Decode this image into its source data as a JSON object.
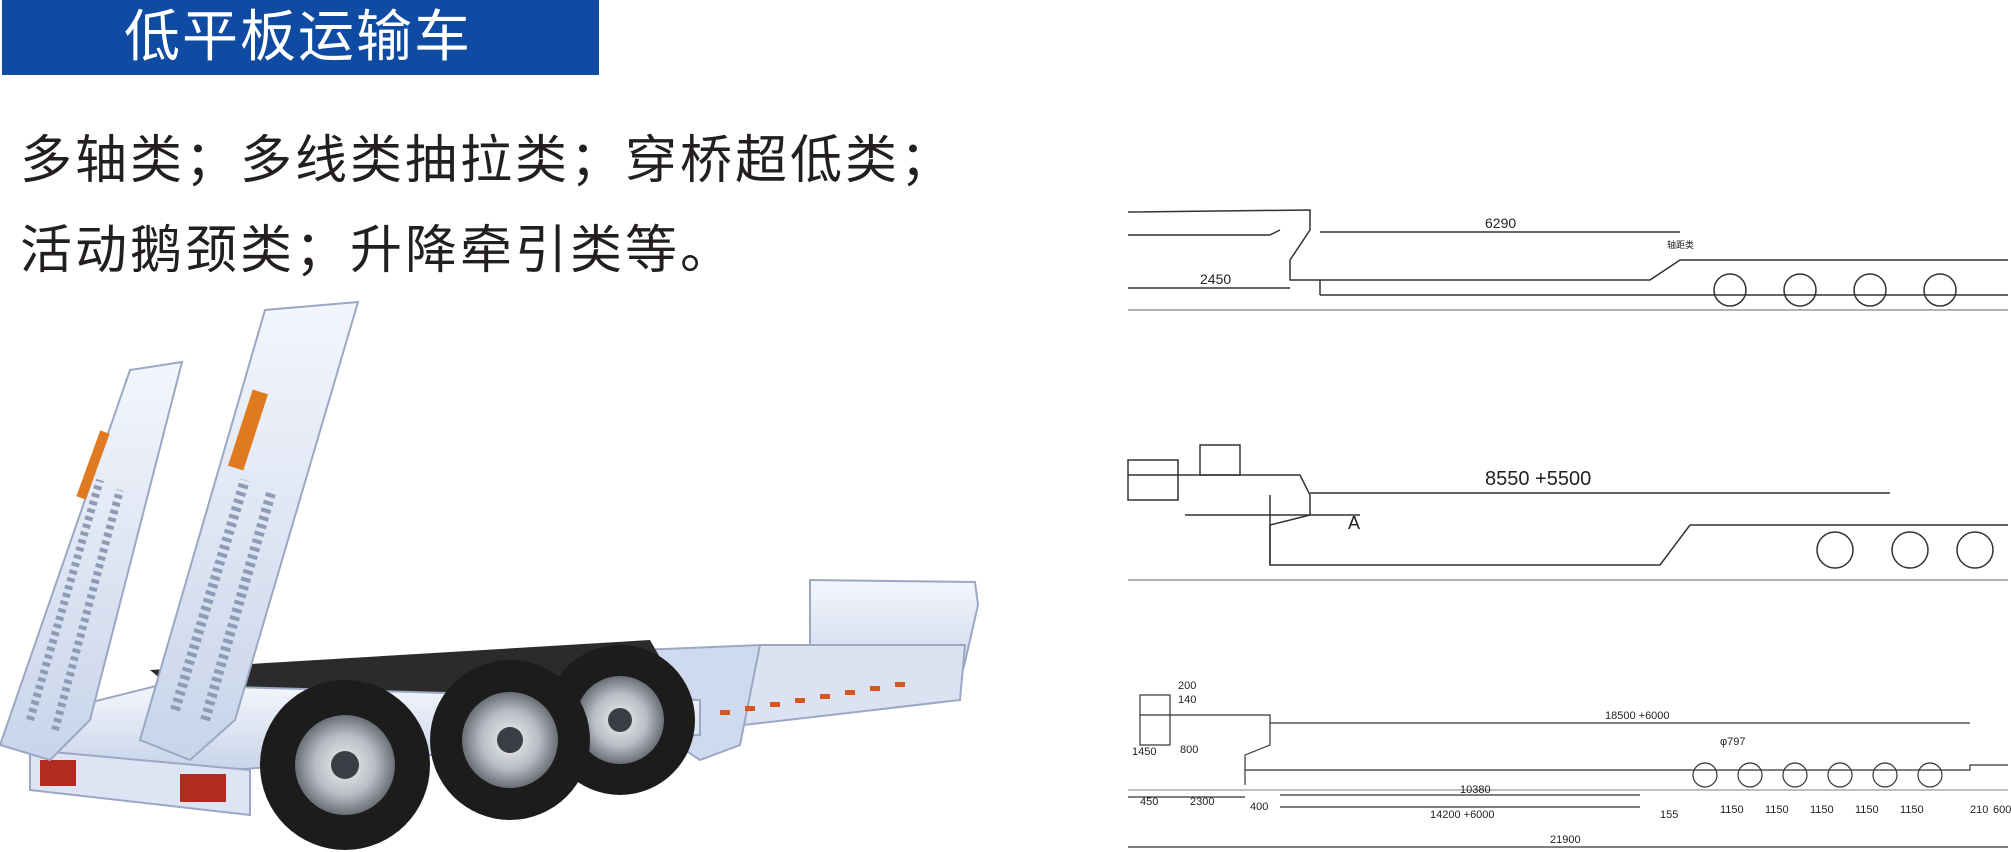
{
  "title": "低平板运输车",
  "description": {
    "line1": "多轴类；多线类抽拉类；穿桥超低类；",
    "line2": "活动鹅颈类；升降牵引类等。"
  },
  "drawing1": {
    "length": "6290",
    "height": "2450",
    "note": "轴距类"
  },
  "drawing2": {
    "length": "8550 +5500",
    "view_marker": "A"
  },
  "drawing3": {
    "d200": "200",
    "d140": "140",
    "d1450": "1450",
    "d800": "800",
    "overall_top": "18500 +6000",
    "tire": "φ797",
    "d450": "450",
    "d2300": "2300",
    "d10380": "10380",
    "d400": "400",
    "d14200": "14200 +6000",
    "d155": "155",
    "axle_spacing": [
      "1150",
      "1150",
      "1150",
      "1150",
      "1150"
    ],
    "d210": "210",
    "d600": "600",
    "total": "21900"
  },
  "colors": {
    "title_bg": "#0f4aa3",
    "trailer_body": "#e3eaf7",
    "tire": "#1c1c1c",
    "reflector": "#e07a20"
  }
}
